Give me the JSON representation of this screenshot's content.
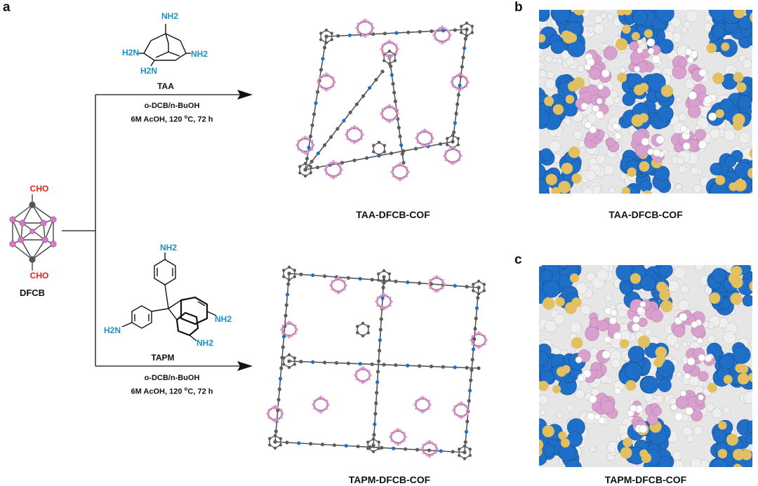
{
  "panels": {
    "a": "a",
    "b": "b",
    "c": "c"
  },
  "precursor": {
    "name": "DFCB",
    "aldehyde_top": "CHO",
    "aldehyde_bottom": "CHO"
  },
  "reactions": [
    {
      "amine": "TAA",
      "amine_groups": [
        "NH2",
        "H2N",
        "NH2",
        "H2N"
      ],
      "solvent": "o-DCB/n-BuOH",
      "conditions_prefix": "6M AcOH, 120 ",
      "degree": "o",
      "conditions_suffix": "C, 72 h",
      "product": "TAA-DFCB-COF"
    },
    {
      "amine": "TAPM",
      "amine_groups": [
        "NH2",
        "H2N",
        "NH2",
        "NH2"
      ],
      "solvent": "o-DCB/n-BuOH",
      "conditions_prefix": "6M AcOH, 120 ",
      "degree": "o",
      "conditions_suffix": "C, 72 h",
      "product": "TAPM-DFCB-COF"
    }
  ],
  "space_filling": [
    {
      "panel": "b",
      "caption": "TAA-DFCB-COF"
    },
    {
      "panel": "c",
      "caption": "TAPM-DFCB-COF"
    }
  ],
  "colors": {
    "carbon": "#5c5c5c",
    "nitrogen": "#1f6fc8",
    "boron_cage": "#d8a0cc",
    "hydrogen": "#eeeeee",
    "aldehyde": "#e0241b",
    "amine": "#1b8fc9",
    "sulfur_like": "#e2c062"
  }
}
